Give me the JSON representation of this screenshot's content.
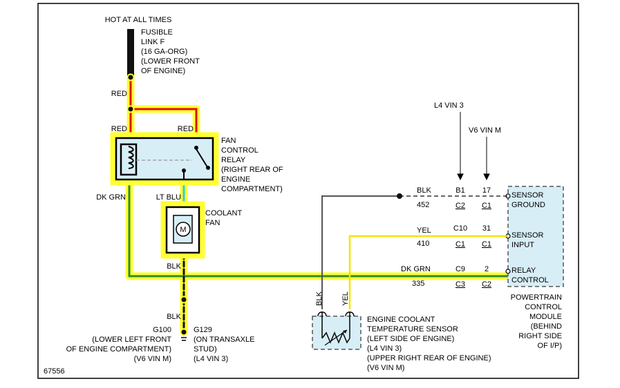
{
  "figure_id": "67556",
  "power_source": {
    "label": "HOT AT ALL TIMES",
    "fusible_link": [
      "FUSIBLE",
      "LINK F",
      "(16 GA-ORG)",
      "(LOWER FRONT",
      "OF ENGINE)"
    ]
  },
  "wires": {
    "red_1": "RED",
    "red_2": "RED",
    "red_3": "RED",
    "dk_grn_left": "DK GRN",
    "lt_blu": "LT BLU",
    "blk_motor": "BLK",
    "blk_ground": "BLK"
  },
  "fan_relay": [
    "FAN",
    "CONTROL",
    "RELAY",
    "(RIGHT REAR OF",
    "ENGINE",
    "COMPARTMENT)"
  ],
  "coolant_fan": {
    "label": [
      "COOLANT",
      "FAN"
    ],
    "motor_symbol": "M"
  },
  "grounds": {
    "g100": [
      "G100",
      "(LOWER LEFT FRONT",
      "OF ENGINE COMPARTMENT)",
      "(V6 VIN M)"
    ],
    "g129": [
      "G129",
      "(ON TRANSAXLE",
      "STUD)",
      "(L4 VIN 3)"
    ]
  },
  "vin_labels": {
    "l4": "L4 VIN 3",
    "v6": "V6 VIN M"
  },
  "pcm_circuits": [
    {
      "color": "BLK",
      "circuit": "452",
      "pin_l4": "B1",
      "conn_l4": "C2",
      "pin_v6": "17",
      "conn_v6": "C1",
      "terminal": [
        "SENSOR",
        "GROUND"
      ]
    },
    {
      "color": "YEL",
      "circuit": "410",
      "pin_l4": "C10",
      "conn_l4": "C1",
      "pin_v6": "31",
      "conn_v6": "C1",
      "terminal": [
        "SENSOR",
        "INPUT"
      ]
    },
    {
      "color": "DK GRN",
      "circuit": "335",
      "pin_l4": "C9",
      "conn_l4": "C3",
      "pin_v6": "2",
      "conn_v6": "C2",
      "terminal": [
        "RELAY",
        "CONTROL"
      ]
    }
  ],
  "pcm_label": [
    "POWERTRAIN",
    "CONTROL",
    "MODULE",
    "(BEHIND",
    "RIGHT SIDE",
    "OF I/P)"
  ],
  "sensor_wires": {
    "blk": "BLK",
    "yel": "YEL"
  },
  "ect_sensor": [
    "ENGINE COOLANT",
    "TEMPERATURE SENSOR",
    "(LEFT SIDE OF ENGINE)",
    "(L4 VIN 3)",
    "(UPPER RIGHT REAR OF ENGINE)",
    "(V6 VIN M)"
  ],
  "colors": {
    "highlight": "#ffff33",
    "red_wire": "#e01010",
    "green_wire": "#2e8b2e",
    "blue_wire": "#33ccdd",
    "gray_wire": "#555555",
    "box_fill": "#d7eef7",
    "border": "#000000"
  }
}
